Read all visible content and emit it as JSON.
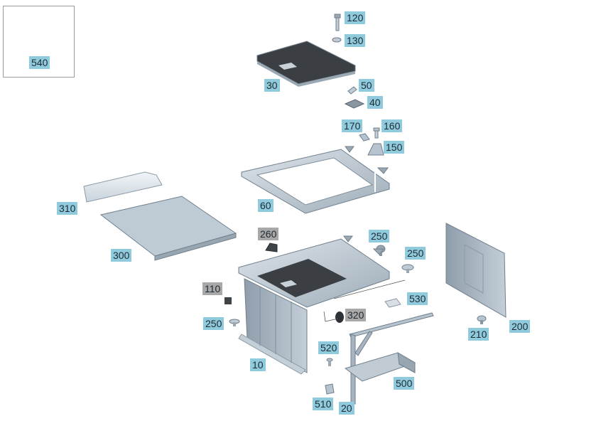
{
  "colors": {
    "callout_blue": "#8fcbdc",
    "callout_gray": "#a8a8a8",
    "part_fill": "#b7c4cf",
    "part_edge": "#6f7f8c",
    "part_dark": "#3a3e42"
  },
  "callouts": [
    {
      "id": "540",
      "label": "540",
      "style": "blue"
    },
    {
      "id": "120",
      "label": "120",
      "style": "blue"
    },
    {
      "id": "130",
      "label": "130",
      "style": "blue"
    },
    {
      "id": "30",
      "label": "30",
      "style": "blue"
    },
    {
      "id": "50",
      "label": "50",
      "style": "blue"
    },
    {
      "id": "40",
      "label": "40",
      "style": "blue"
    },
    {
      "id": "170",
      "label": "170",
      "style": "blue"
    },
    {
      "id": "160",
      "label": "160",
      "style": "blue"
    },
    {
      "id": "150",
      "label": "150",
      "style": "blue"
    },
    {
      "id": "310",
      "label": "310",
      "style": "blue"
    },
    {
      "id": "60",
      "label": "60",
      "style": "blue"
    },
    {
      "id": "300",
      "label": "300",
      "style": "blue"
    },
    {
      "id": "260",
      "label": "260",
      "style": "gray"
    },
    {
      "id": "250a",
      "label": "250",
      "style": "blue"
    },
    {
      "id": "250b",
      "label": "250",
      "style": "blue"
    },
    {
      "id": "110",
      "label": "110",
      "style": "gray"
    },
    {
      "id": "530",
      "label": "530",
      "style": "blue"
    },
    {
      "id": "320",
      "label": "320",
      "style": "gray"
    },
    {
      "id": "250c",
      "label": "250",
      "style": "blue"
    },
    {
      "id": "210",
      "label": "210",
      "style": "blue"
    },
    {
      "id": "200",
      "label": "200",
      "style": "blue"
    },
    {
      "id": "520",
      "label": "520",
      "style": "blue"
    },
    {
      "id": "10",
      "label": "10",
      "style": "blue"
    },
    {
      "id": "500",
      "label": "500",
      "style": "blue"
    },
    {
      "id": "510",
      "label": "510",
      "style": "blue"
    },
    {
      "id": "20",
      "label": "20",
      "style": "blue"
    }
  ]
}
